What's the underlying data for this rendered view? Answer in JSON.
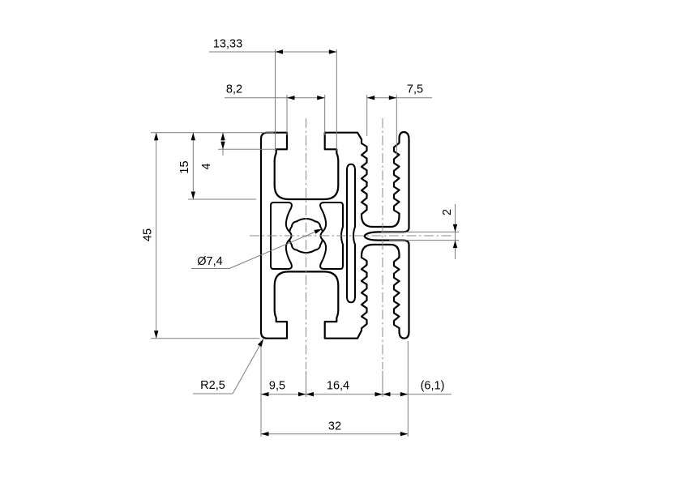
{
  "title": "Aluminium extrusion profile cross-section drawing",
  "colors": {
    "background": "#ffffff",
    "outline": "#000000",
    "dimension_lines": "#7d7d7d",
    "centerlines": "#8a8a8a",
    "text": "#000000"
  },
  "dims": {
    "groove_width": "13,33",
    "slot_opening": "8,2",
    "channel_width": "7,5",
    "height": "45",
    "slot_depth": "15",
    "lip_depth": "4",
    "bore": "Ø7,4",
    "radius": "R2,5",
    "gap": "2",
    "offset_left": "9,5",
    "spacing": "16,4",
    "offset_right": "(6,1)",
    "width": "32"
  }
}
